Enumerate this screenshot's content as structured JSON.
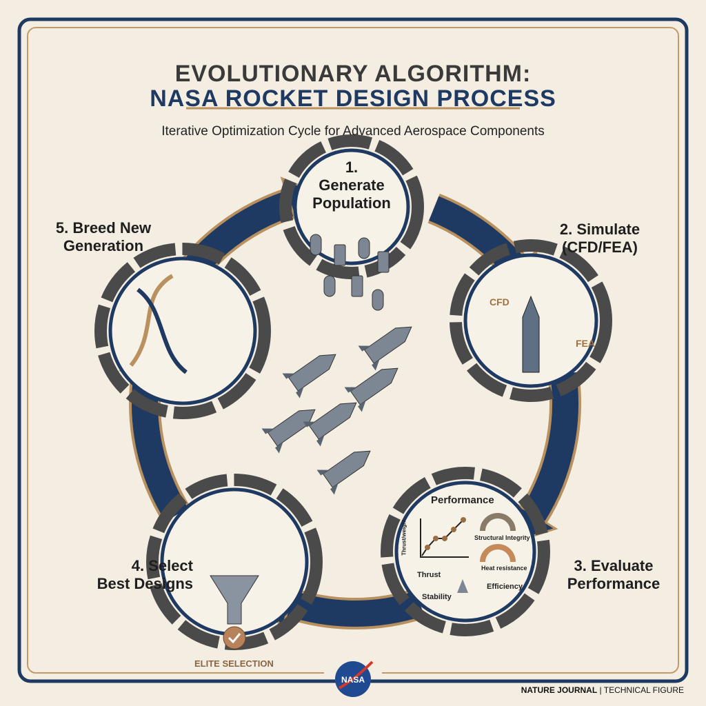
{
  "title": {
    "line1": "EVOLUTIONARY ALGORITHM:",
    "line2": "NASA ROCKET DESIGN PROCESS",
    "subtitle": "Iterative Optimization Cycle for Advanced Aerospace Components"
  },
  "steps": [
    {
      "line1": "1.",
      "line2": "Generate",
      "line3": "Population"
    },
    {
      "line1": "2. Simulate",
      "line2": "(CFD/FEA)"
    },
    {
      "line1": "3. Evaluate",
      "line2": "Performance"
    },
    {
      "line1": "4. Select",
      "line2": "Best Designs"
    },
    {
      "line1": "5. Breed New",
      "line2": "Generation"
    }
  ],
  "simulate": {
    "cfd": "CFD",
    "fea": "FEA"
  },
  "evaluate": {
    "heading": "Performance",
    "axis": "Thrust/weight",
    "gauge1": "Structural Integrity",
    "gauge2": "Heat resistance",
    "thrust": "Thrust",
    "efficiency": "Efficiency",
    "stability": "Stability"
  },
  "select": {
    "badge_label": "ELITE SELECTION"
  },
  "logo": "NASA",
  "footer": {
    "journal": "NATURE JOURNAL",
    "separator": " | ",
    "type": "TECHNICAL FIGURE"
  },
  "colors": {
    "navy": "#1f3a62",
    "tan": "#b8915f",
    "gray": "#4a4a4a",
    "background": "#f4eee2"
  }
}
